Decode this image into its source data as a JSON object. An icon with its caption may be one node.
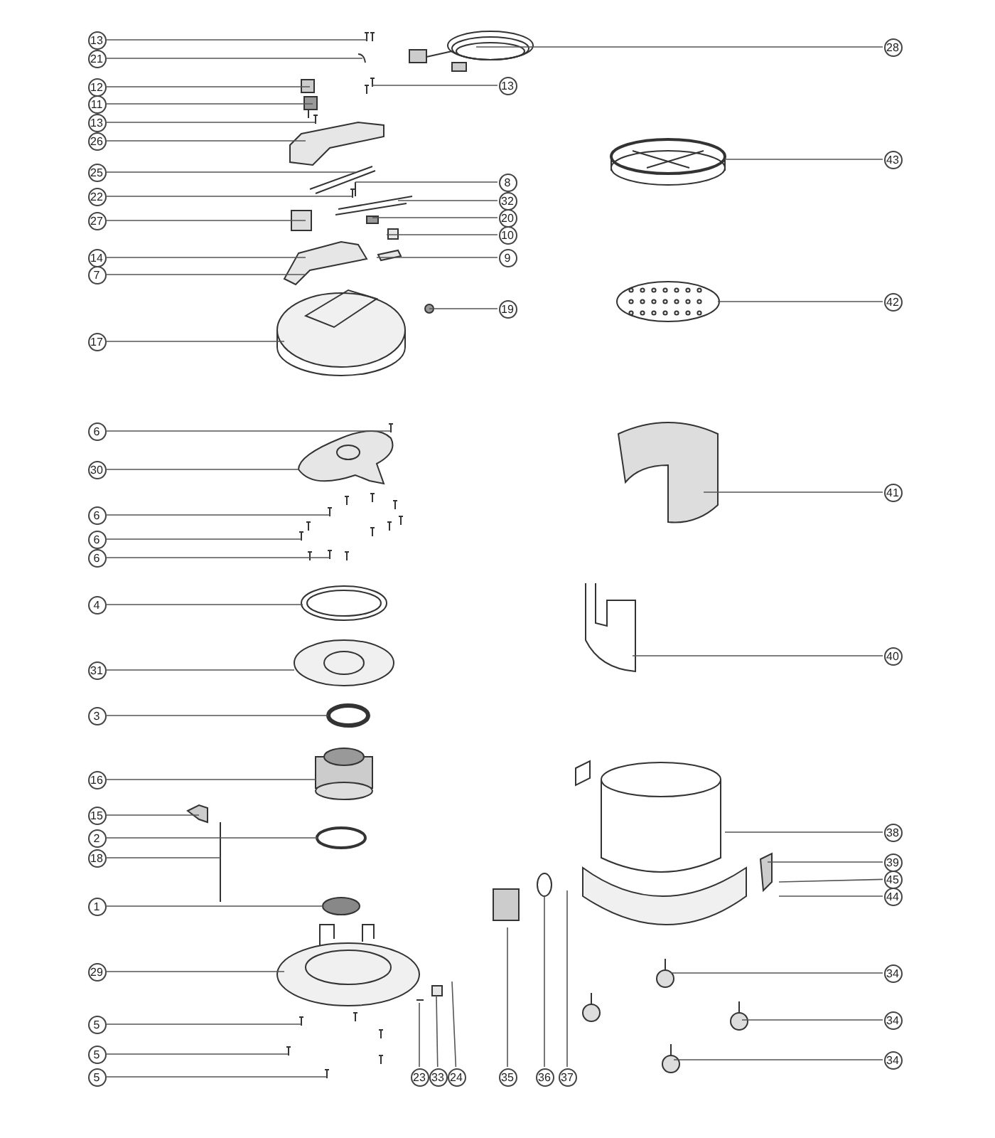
{
  "diagram": {
    "nodes": [
      {
        "text": [
          "13"
        ]
      },
      {
        "text": [
          "21"
        ]
      },
      {
        "text": [
          "12"
        ]
      },
      {
        "text": [
          "11"
        ]
      },
      {
        "text": [
          "13"
        ]
      },
      {
        "text": [
          "26"
        ]
      },
      {
        "text": [
          "25"
        ]
      },
      {
        "text": [
          "22"
        ]
      },
      {
        "text": [
          "27"
        ]
      },
      {
        "text": [
          "14"
        ]
      },
      {
        "text": [
          "7"
        ]
      },
      {
        "text": [
          "17"
        ]
      },
      {
        "text": [
          "28"
        ]
      },
      {
        "text": [
          "13"
        ]
      },
      {
        "text": [
          "8"
        ]
      },
      {
        "text": [
          "32"
        ]
      },
      {
        "text": [
          "20"
        ]
      },
      {
        "text": [
          "10"
        ]
      },
      {
        "text": [
          "9"
        ]
      },
      {
        "text": [
          "19"
        ]
      },
      {
        "text": [
          "43"
        ]
      },
      {
        "text": [
          "42"
        ]
      },
      {
        "text": [
          "6"
        ]
      },
      {
        "text": [
          "30"
        ]
      },
      {
        "text": [
          "41"
        ]
      },
      {
        "text": [
          "6"
        ]
      },
      {
        "text": [
          "6"
        ]
      },
      {
        "text": [
          "6"
        ]
      },
      {
        "text": [
          "4"
        ]
      },
      {
        "text": [
          "40"
        ]
      },
      {
        "text": [
          "31"
        ]
      },
      {
        "text": [
          "3"
        ]
      },
      {
        "text": [
          "16"
        ]
      },
      {
        "text": [
          "15"
        ]
      },
      {
        "text": [
          "38"
        ]
      },
      {
        "text": [
          "2"
        ]
      },
      {
        "text": [
          "18"
        ]
      },
      {
        "text": [
          "39"
        ]
      },
      {
        "text": [
          "45"
        ]
      },
      {
        "text": [
          "44"
        ]
      },
      {
        "text": [
          "1"
        ]
      },
      {
        "text": [
          "29"
        ]
      },
      {
        "text": [
          "34"
        ]
      },
      {
        "text": [
          "5"
        ]
      },
      {
        "text": [
          "34"
        ]
      },
      {
        "text": [
          "5"
        ]
      },
      {
        "text": [
          "34"
        ]
      },
      {
        "text": [
          "5"
        ]
      },
      {
        "text": [
          "23"
        ]
      },
      {
        "text": [
          "33"
        ]
      },
      {
        "text": [
          "24"
        ]
      },
      {
        "text": [
          "35"
        ]
      },
      {
        "text": [
          "36"
        ]
      },
      {
        "text": [
          "37"
        ]
      }
    ],
    "edges": [
      {
        "from": 0,
        "to": null,
        "arrow": "none"
      },
      {
        "from": 1,
        "to": null,
        "arrow": "none"
      },
      {
        "from": 2,
        "to": null,
        "arrow": "none"
      },
      {
        "from": 3,
        "to": null,
        "arrow": "none"
      },
      {
        "from": 4,
        "to": null,
        "arrow": "none"
      },
      {
        "from": 5,
        "to": null,
        "arrow": "none"
      },
      {
        "from": 6,
        "to": null,
        "arrow": "none"
      },
      {
        "from": 7,
        "to": null,
        "arrow": "none"
      },
      {
        "from": 8,
        "to": null,
        "arrow": "none"
      },
      {
        "from": 9,
        "to": null,
        "arrow": "none"
      },
      {
        "from": 10,
        "to": null,
        "arrow": "none"
      },
      {
        "from": 11,
        "to": null,
        "arrow": "none"
      },
      {
        "from": 12,
        "to": null,
        "arrow": "none"
      },
      {
        "from": 13,
        "to": null,
        "arrow": "none"
      },
      {
        "from": 14,
        "to": null,
        "arrow": "none"
      },
      {
        "from": 15,
        "to": null,
        "arrow": "none"
      },
      {
        "from": 16,
        "to": null,
        "arrow": "none"
      },
      {
        "from": 17,
        "to": null,
        "arrow": "none"
      },
      {
        "from": 18,
        "to": null,
        "arrow": "none"
      },
      {
        "from": 19,
        "to": null,
        "arrow": "none"
      },
      {
        "from": 20,
        "to": null,
        "arrow": "none"
      },
      {
        "from": 21,
        "to": null,
        "arrow": "none"
      },
      {
        "from": 22,
        "to": null,
        "arrow": "none"
      },
      {
        "from": 23,
        "to": null,
        "arrow": "none"
      },
      {
        "from": 24,
        "to": null,
        "arrow": "none"
      },
      {
        "from": 25,
        "to": null,
        "arrow": "none"
      },
      {
        "from": 26,
        "to": null,
        "arrow": "none"
      },
      {
        "from": 27,
        "to": null,
        "arrow": "none"
      },
      {
        "from": 28,
        "to": null,
        "arrow": "none"
      },
      {
        "from": 29,
        "to": null,
        "arrow": "none"
      },
      {
        "from": 30,
        "to": null,
        "arrow": "none"
      },
      {
        "from": 31,
        "to": null,
        "arrow": "none"
      },
      {
        "from": 32,
        "to": null,
        "arrow": "none"
      },
      {
        "from": 33,
        "to": null,
        "arrow": "none"
      },
      {
        "from": 34,
        "to": null,
        "arrow": "none"
      },
      {
        "from": 35,
        "to": null,
        "arrow": "none"
      },
      {
        "from": 36,
        "to": null,
        "arrow": "none"
      },
      {
        "from": 37,
        "to": null,
        "arrow": "none"
      },
      {
        "from": 38,
        "to": null,
        "arrow": "none"
      },
      {
        "from": 39,
        "to": null,
        "arrow": "none"
      },
      {
        "from": 40,
        "to": null,
        "arrow": "none"
      },
      {
        "from": 41,
        "to": null,
        "arrow": "none"
      },
      {
        "from": 42,
        "to": null,
        "arrow": "none"
      },
      {
        "from": 43,
        "to": null,
        "arrow": "none"
      },
      {
        "from": 44,
        "to": null,
        "arrow": "none"
      },
      {
        "from": 45,
        "to": null,
        "arrow": "none"
      },
      {
        "from": 46,
        "to": null,
        "arrow": "none"
      },
      {
        "from": 47,
        "to": null,
        "arrow": "none"
      },
      {
        "from": 48,
        "to": null,
        "arrow": "none"
      },
      {
        "from": 49,
        "to": null,
        "arrow": "none"
      },
      {
        "from": 50,
        "to": null,
        "arrow": "none"
      },
      {
        "from": 51,
        "to": null,
        "arrow": "none"
      },
      {
        "from": 52,
        "to": null,
        "arrow": "none"
      },
      {
        "from": 53,
        "to": null,
        "arrow": "none"
      }
    ]
  }
}
